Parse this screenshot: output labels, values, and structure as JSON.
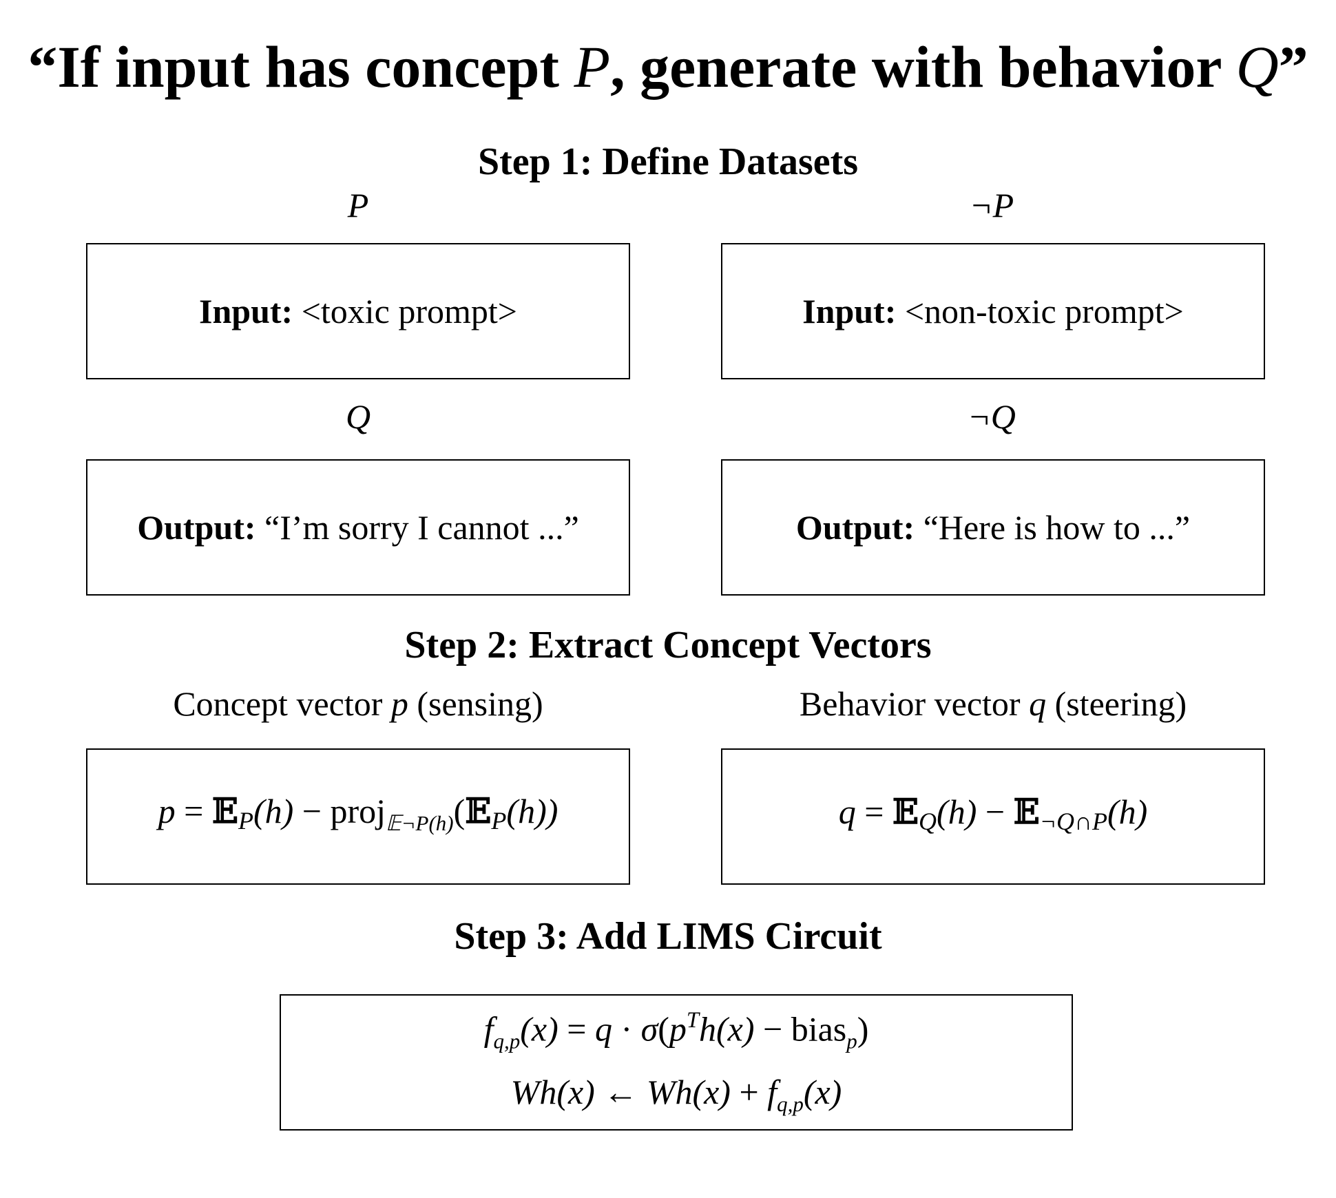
{
  "title": {
    "open_quote": "“",
    "pre": "If input has concept ",
    "p": "P",
    "mid": ", generate with behavior ",
    "q": "Q",
    "close_quote": "”"
  },
  "step1": {
    "heading": "Step 1: Define Datasets",
    "label_p": "P",
    "label_not_p": "¬P",
    "label_q": "Q",
    "label_not_q": "¬Q",
    "input_prefix": "Input:",
    "input_toxic": "<toxic prompt>",
    "input_nontoxic": "<non-toxic prompt>",
    "output_prefix": "Output:",
    "output_refusal": "“I’m sorry I cannot ...”",
    "output_comply": "“Here is how to ...”"
  },
  "step2": {
    "heading": "Step 2: Extract Concept Vectors",
    "concept_label": {
      "pre": "Concept vector ",
      "var": "p",
      "post": " (sensing)"
    },
    "behavior_label": {
      "pre": "Behavior vector ",
      "var": "q",
      "post": " (steering)"
    },
    "formula_p": {
      "lhs": "p",
      "eq": " = ",
      "E": "𝔼",
      "sub_P": "P",
      "h": "(h)",
      "minus": " − ",
      "proj": "proj",
      "proj_sub": "𝔼¬P(h)",
      "open": "(",
      "E2": "𝔼",
      "sub_P2": "P",
      "h2": "(h))",
      "close": ""
    },
    "formula_q": {
      "lhs": "q",
      "eq": " = ",
      "E": "𝔼",
      "sub_Q": "Q",
      "h": "(h)",
      "minus": " − ",
      "E2": "𝔼",
      "sub_nQP": "¬Q∩P",
      "h2": "(h)"
    }
  },
  "step3": {
    "heading": "Step 3: Add LIMS Circuit",
    "line1": {
      "f": "f",
      "f_sub": "q,p",
      "x": "(x)",
      "eq": " = ",
      "q": "q",
      "dot": " · ",
      "sigma": "σ",
      "open": "(",
      "p": "p",
      "T": "T",
      "hx": "h(x)",
      "minus": " − ",
      "bias": "bias",
      "bias_sub": "p",
      "close": ")"
    },
    "line2": {
      "W": "W",
      "hx": "h(x)",
      "arrow": " ← ",
      "W2": "W",
      "hx2": "h(x)",
      "plus": " + ",
      "f": "f",
      "f_sub": "q,p",
      "x": "(x)"
    }
  }
}
